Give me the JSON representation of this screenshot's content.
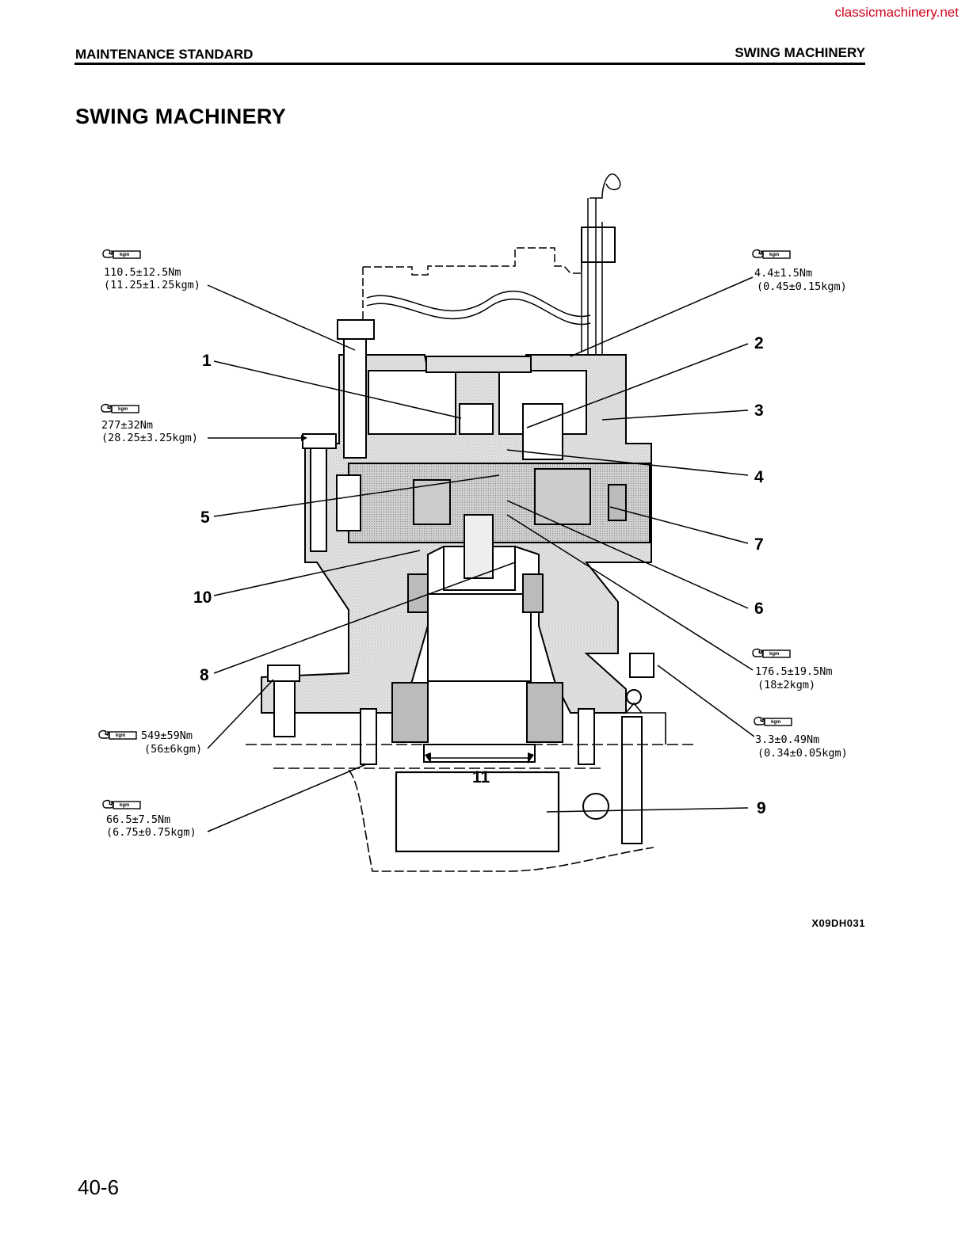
{
  "watermark": "classicmachinery.net",
  "header": {
    "left": "MAINTENANCE STANDARD",
    "right": "SWING MACHINERY"
  },
  "title": "SWING MACHINERY",
  "figure": {
    "code": "X09DH031",
    "part_numbers": [
      "1",
      "2",
      "3",
      "4",
      "5",
      "6",
      "7",
      "8",
      "9",
      "10",
      "11"
    ],
    "torque_badge": "kgm",
    "torques": {
      "t1": {
        "nm": "110.5±12.5Nm",
        "kgm": "(11.25±1.25kgm)"
      },
      "t2": {
        "nm": "4.4±1.5Nm",
        "kgm": "(0.45±0.15kgm)"
      },
      "t3": {
        "nm": "277±32Nm",
        "kgm": "(28.25±3.25kgm)"
      },
      "t4": {
        "nm": "176.5±19.5Nm",
        "kgm": "(18±2kgm)"
      },
      "t5": {
        "nm": "549±59Nm",
        "kgm": "(56±6kgm)"
      },
      "t6": {
        "nm": "3.3±0.49Nm",
        "kgm": "(0.34±0.05kgm)"
      },
      "t7": {
        "nm": "66.5±7.5Nm",
        "kgm": "(6.75±0.75kgm)"
      }
    }
  },
  "page_number": "40-6"
}
